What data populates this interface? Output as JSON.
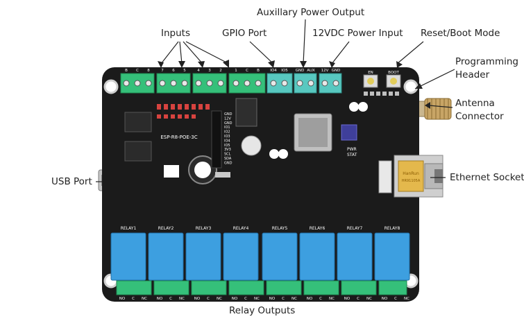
{
  "callouts": {
    "inputs": "Inputs",
    "gpio_port": "GPIO Port",
    "aux_power": "Auxillary Power Output",
    "power_input": "12VDC Power Input",
    "reset_boot": "Reset/Boot Mode",
    "programming_header": "Programming Header",
    "antenna": "Antenna Connector",
    "usb_port": "USB Port",
    "ethernet": "Ethernet Socket",
    "relay_outputs": "Relay Outputs"
  },
  "board": {
    "model": "ESP-R8-POE-3C",
    "input_labels": [
      "B",
      "C",
      "8",
      "7",
      "6",
      "5",
      "4",
      "3",
      "2",
      "1",
      "C",
      "B",
      "IO4",
      "IO5",
      "GND",
      "AUX",
      "12V",
      "GND",
      "12V"
    ],
    "gpio_header_labels": [
      "GND",
      "12V",
      "GND",
      "IO1",
      "IO2",
      "IO3",
      "IO4",
      "IO5",
      "3V3",
      "SCL",
      "SDA",
      "GND"
    ],
    "relay_labels": [
      "RELAY1",
      "RELAY2",
      "RELAY3",
      "RELAY4",
      "RELAY5",
      "RELAY6",
      "RELAY7",
      "RELAY8"
    ],
    "terminal_labels": [
      "NO",
      "C",
      "NC"
    ],
    "button_labels": [
      "EN",
      "BOOT"
    ],
    "status_labels": [
      "PWR",
      "STAT"
    ],
    "jack_brand": "HanRun",
    "jack_model": "HR91105A",
    "colors": {
      "pcb": "#1b1b1b",
      "terminal": "#35c07a",
      "relay": "#3d9fe0"
    }
  }
}
